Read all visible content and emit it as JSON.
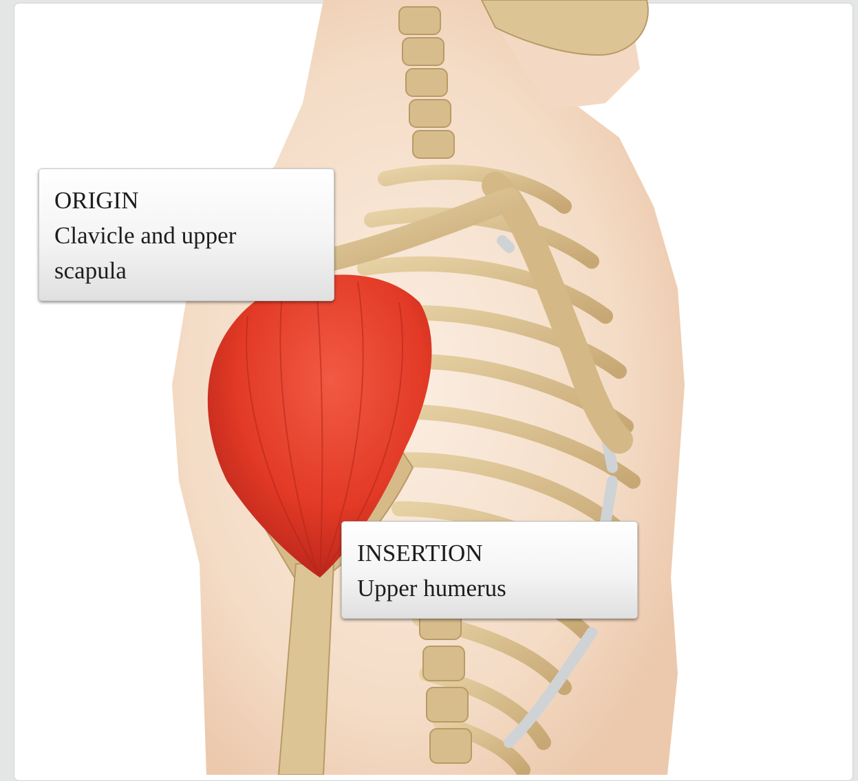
{
  "callouts": {
    "origin": {
      "heading": "ORIGIN",
      "line1": "Clavicle and upper",
      "line2": "scapula"
    },
    "insertion": {
      "heading": "INSERTION",
      "line1": "Upper humerus"
    }
  },
  "colors": {
    "background": "#ffffff",
    "skin": "#f6e2d0",
    "bone": "#d9c08e",
    "cartilage": "#c9cdd0",
    "muscle": "#e5382a"
  }
}
